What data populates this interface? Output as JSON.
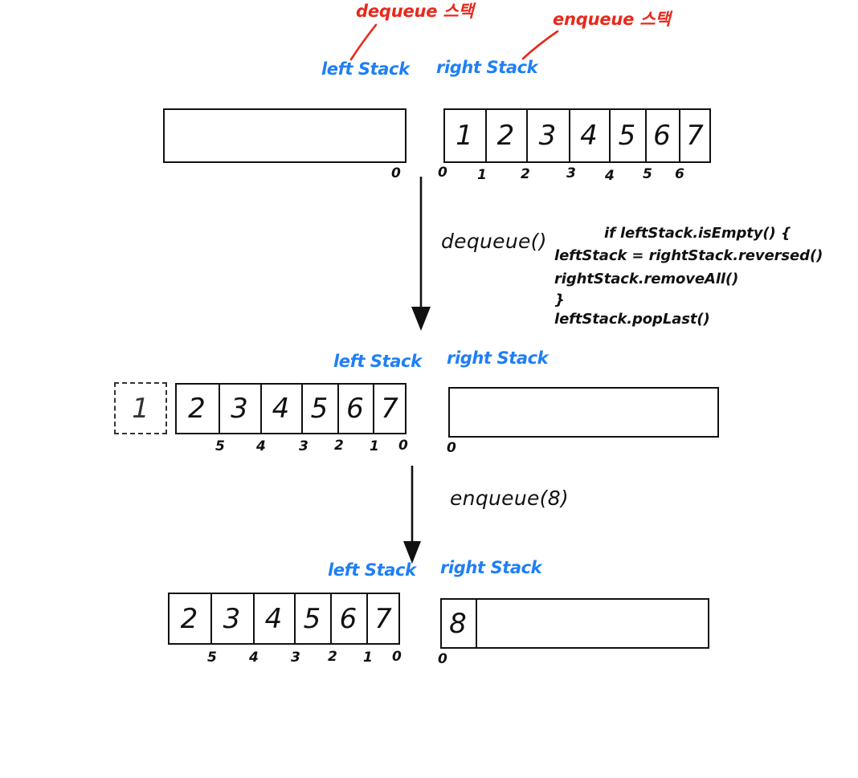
{
  "diagram": {
    "title_annotations": [
      {
        "text": "dequeue 스택",
        "color": "#e8291c"
      },
      {
        "text": "enqueue 스택",
        "color": "#e8291c"
      }
    ],
    "stack_labels": {
      "left": "left Stack",
      "right": "right Stack"
    },
    "colors": {
      "ink": "#111111",
      "blue": "#1f7ff5",
      "red": "#e8291c",
      "background": "#ffffff"
    },
    "rows": [
      {
        "id": "row-initial",
        "left_stack": {
          "values": [],
          "indices": [
            "0"
          ],
          "empty": true
        },
        "right_stack": {
          "values": [
            "1",
            "2",
            "3",
            "4",
            "5",
            "6",
            "7"
          ],
          "indices": [
            "0",
            "1",
            "2",
            "3",
            "4",
            "5",
            "6"
          ]
        }
      },
      {
        "id": "row-after-dequeue",
        "left_stack": {
          "popped": "1",
          "values": [
            "2",
            "3",
            "4",
            "5",
            "6",
            "7"
          ],
          "indices": [
            "5",
            "4",
            "3",
            "2",
            "1",
            "0"
          ]
        },
        "right_stack": {
          "values": [],
          "indices": [
            "0"
          ],
          "empty": true
        }
      },
      {
        "id": "row-after-enqueue",
        "left_stack": {
          "values": [
            "2",
            "3",
            "4",
            "5",
            "6",
            "7"
          ],
          "indices": [
            "5",
            "4",
            "3",
            "2",
            "1",
            "0"
          ]
        },
        "right_stack": {
          "values": [
            "8"
          ],
          "indices": [
            "0"
          ]
        }
      }
    ],
    "operations": [
      {
        "id": "op-dequeue",
        "label": "dequeue()",
        "code": [
          "if leftStack.isEmpty() {",
          "leftStack = rightStack.reversed()",
          "rightStack.removeAll()",
          "}",
          "leftStack.popLast()"
        ]
      },
      {
        "id": "op-enqueue",
        "label": "enqueue(8)",
        "code": []
      }
    ]
  }
}
